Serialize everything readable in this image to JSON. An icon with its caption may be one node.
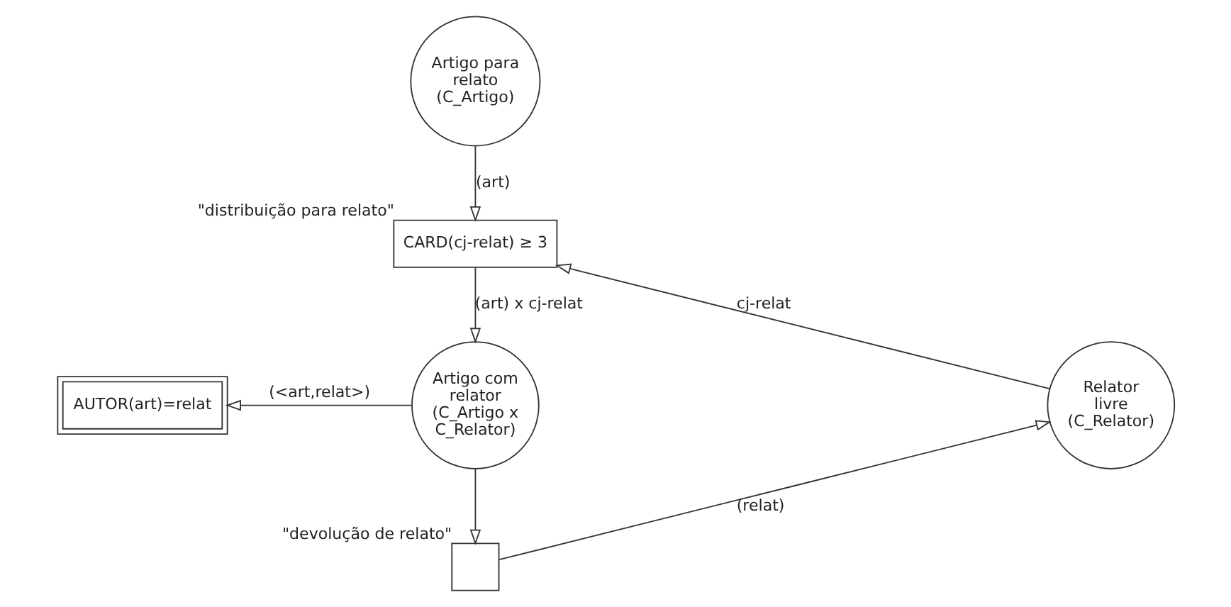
{
  "diagram": {
    "nodes": [
      {
        "text": [
          "Artigo para relato (C_Artigo)"
        ]
      },
      {
        "text": [
          "CARD(cj-relat) ≥ 3"
        ],
        "beside": [
          "\"distribuição para relato\""
        ]
      },
      {
        "text": [
          "Artigo com relator (C_Artigo x C_Relator)"
        ]
      },
      {
        "text": [
          "AUTOR(art)=relat"
        ]
      },
      {
        "text": [],
        "shape": "box",
        "beside": [
          "\"devolução de relato\""
        ]
      },
      {
        "text": [
          "Relator livre (C_Relator)"
        ]
      }
    ],
    "edges": [
      {
        "from": 0,
        "to": 1,
        "arrow": "to",
        "label": "(art)"
      },
      {
        "from": 1,
        "to": 2,
        "arrow": "to",
        "label": "(art) x cj-relat"
      },
      {
        "from": 2,
        "to": 3,
        "arrow": "to",
        "label": "(<art,relat>)"
      },
      {
        "from": 2,
        "to": 4,
        "arrow": "to"
      },
      {
        "from": 4,
        "to": 5,
        "arrow": "to",
        "label": "(relat)"
      },
      {
        "from": 5,
        "to": 1,
        "arrow": "to",
        "label": "cj-relat"
      }
    ]
  }
}
